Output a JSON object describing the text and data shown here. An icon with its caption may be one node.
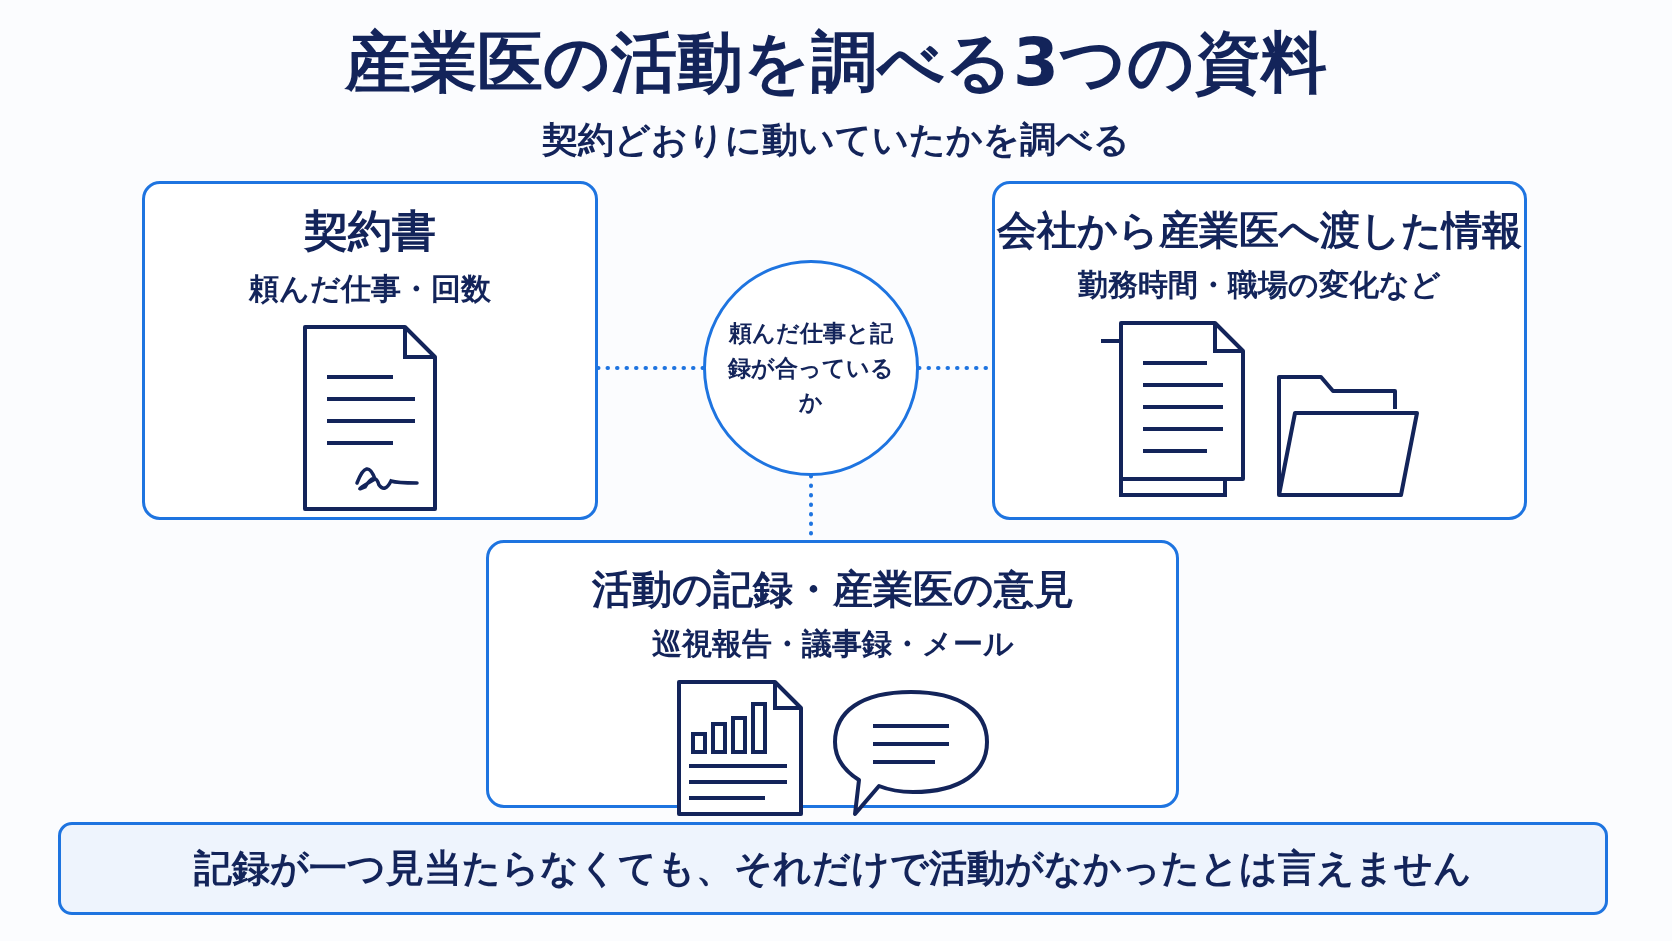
{
  "diagram": {
    "title": "産業医の活動を調べる3つの資料",
    "nodes": [
      {
        "text": [
          "契約書",
          "頼んだ仕事・回数"
        ]
      },
      {
        "text": [
          "頼んだ仕事と記録が合っているか"
        ]
      },
      {
        "text": [
          "会社から産業医へ渡した情報",
          "勤務時間・職場の変化など"
        ]
      },
      {
        "text": [
          "活動の記録・産業医の意見",
          "巡視報告・議事録・メール"
        ]
      },
      {
        "text": [
          "記録が一つ見当たらなくても、それだけで活動がなかったとは言えません"
        ]
      }
    ],
    "edges": [
      {
        "from": 0,
        "to": 1,
        "arrow": "none",
        "style": "dashed"
      },
      {
        "from": 1,
        "to": 2,
        "arrow": "none",
        "style": "dashed"
      },
      {
        "from": 1,
        "to": 3,
        "arrow": "none",
        "style": "dashed"
      }
    ],
    "labels": [
      "契約どおりに動いていたかを調べる"
    ]
  }
}
